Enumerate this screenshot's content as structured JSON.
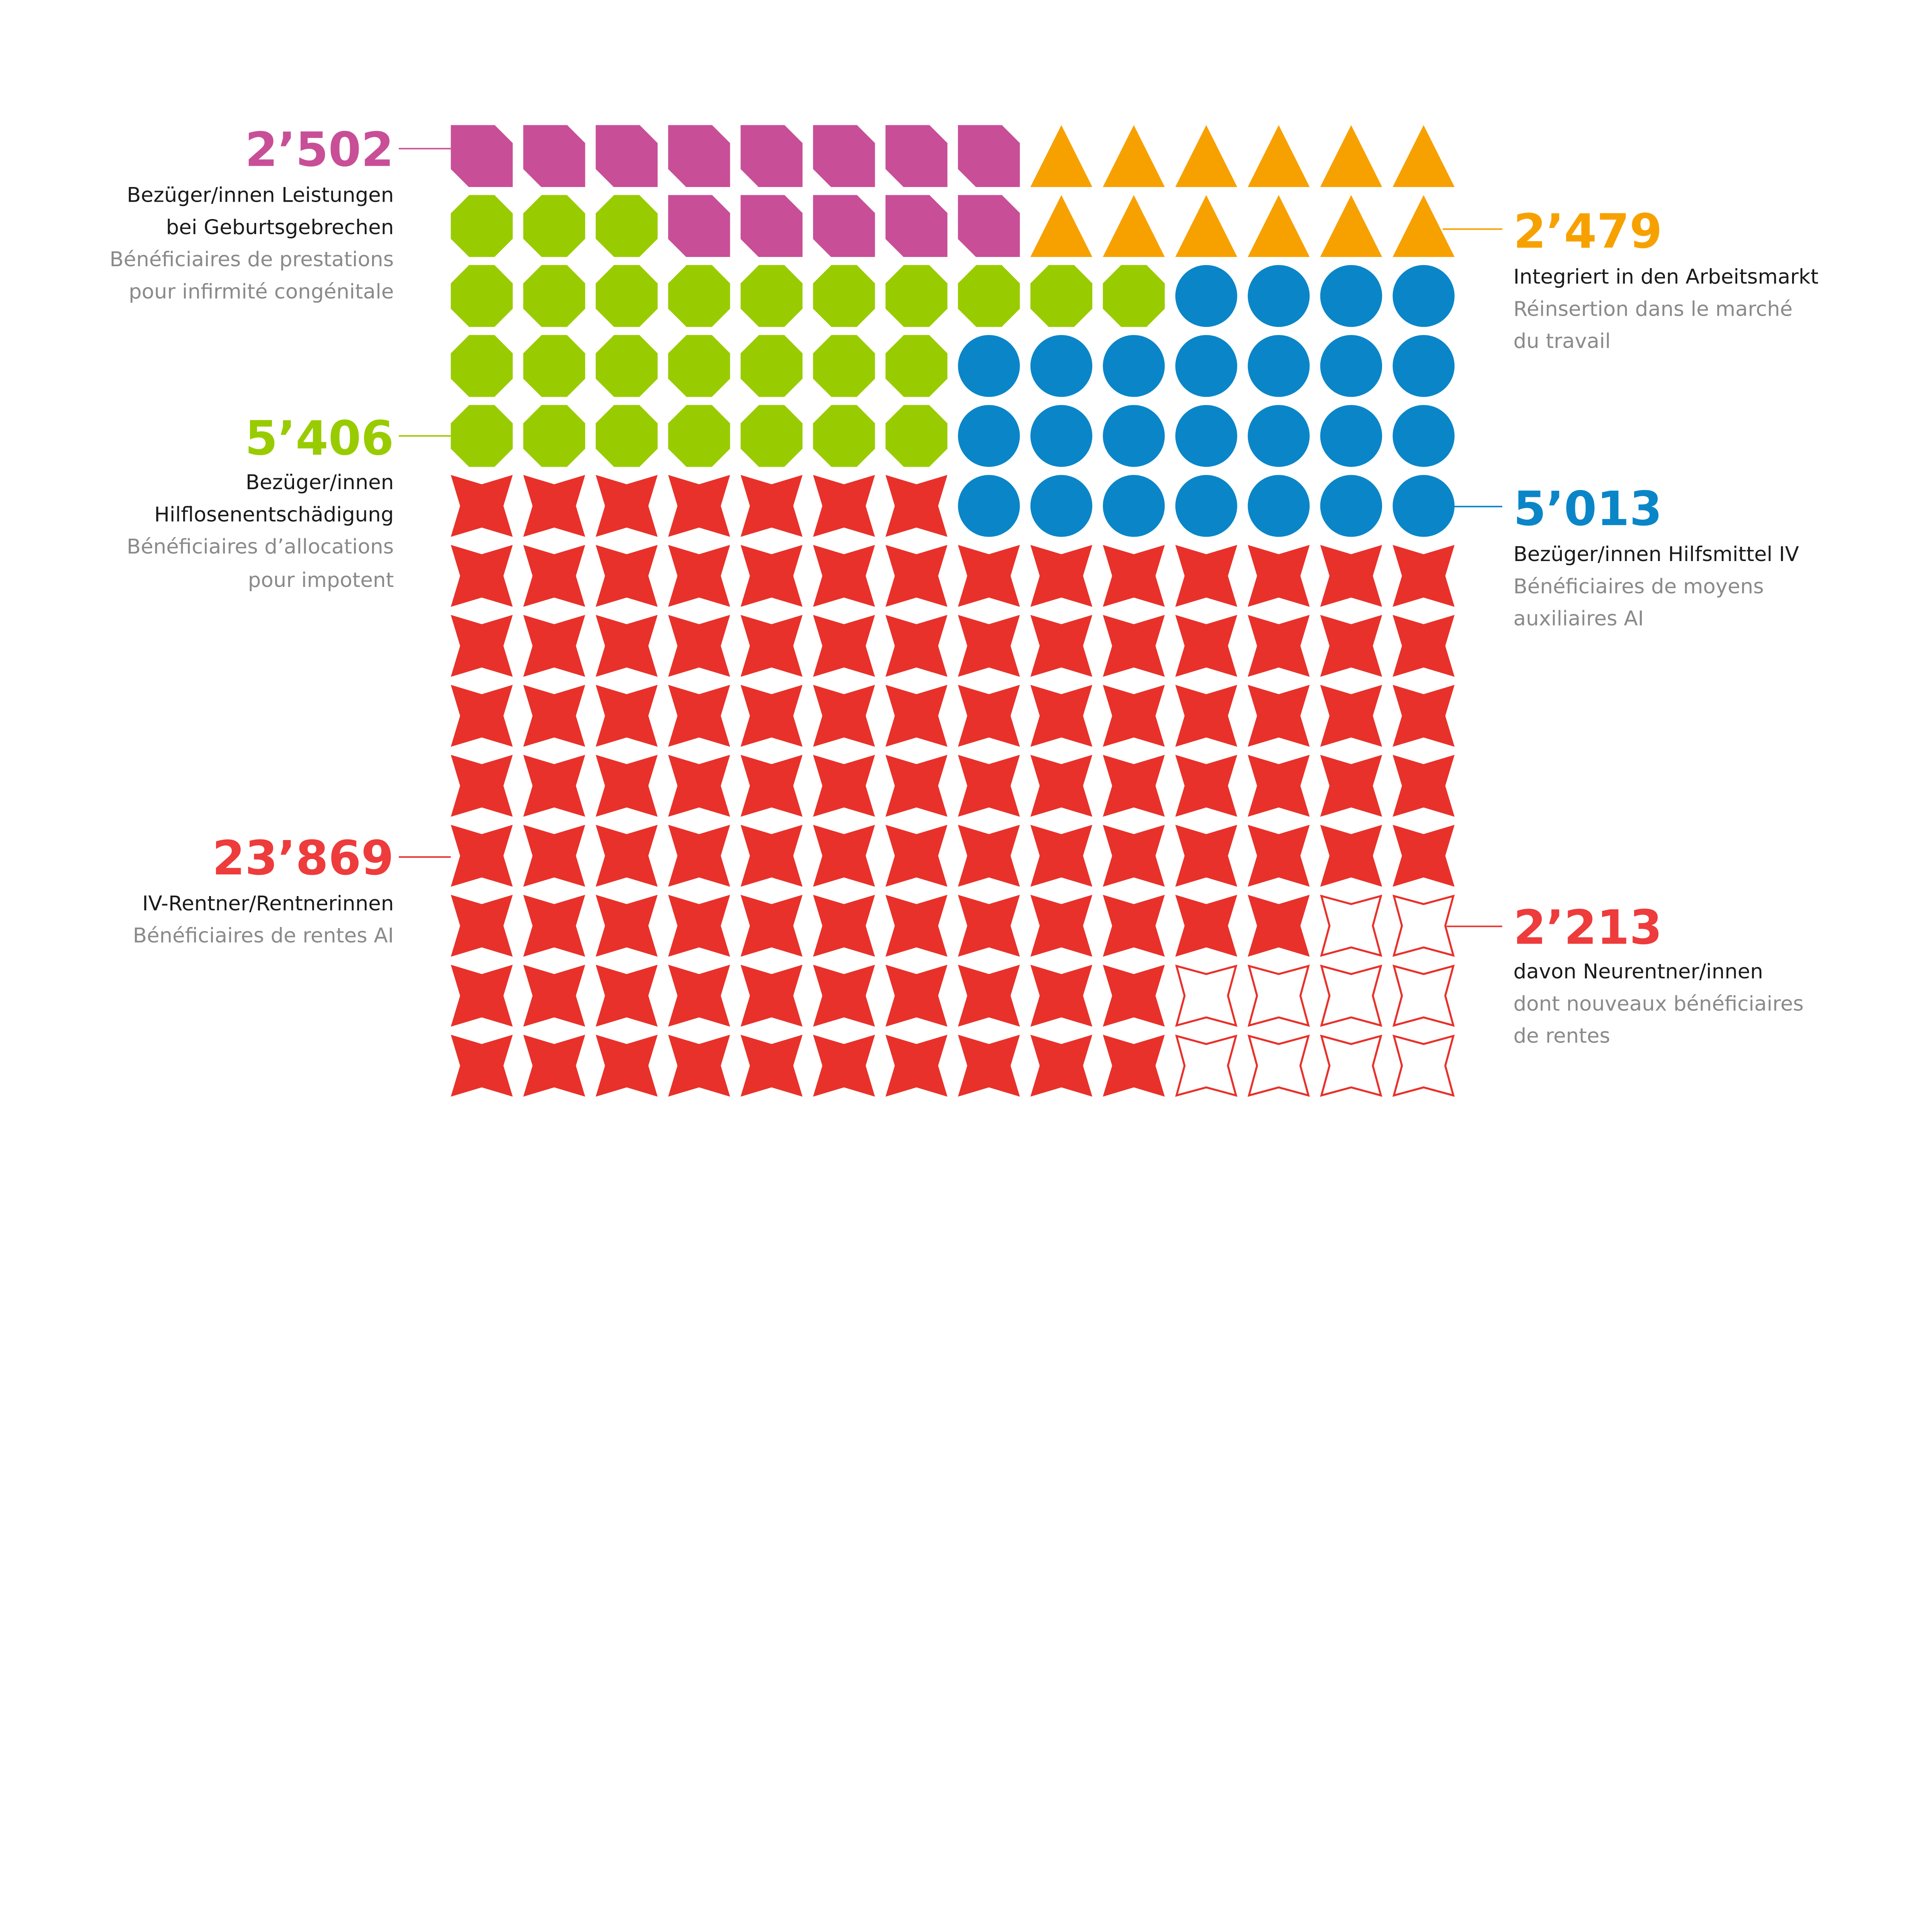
{
  "chart_data": {
    "type": "pictogram",
    "grid_columns": 14,
    "grid_rows": 14,
    "colors": {
      "birth": "#c84f97",
      "integrated": "#f7a100",
      "helpless": "#99cc00",
      "aids": "#0a86c8",
      "pension": "#e8312a",
      "new_pension": "#e8312a"
    },
    "rows": [
      [
        "birth",
        8,
        "integrated",
        6
      ],
      [
        "helpless",
        3,
        "birth",
        5,
        "integrated",
        6
      ],
      [
        "helpless",
        10,
        "aids",
        4
      ],
      [
        "helpless",
        7,
        "aids",
        7
      ],
      [
        "helpless",
        7,
        "aids",
        7
      ],
      [
        "pension",
        7,
        "aids",
        7
      ],
      [
        "pension",
        14
      ],
      [
        "pension",
        14
      ],
      [
        "pension",
        14
      ],
      [
        "pension",
        14
      ],
      [
        "pension",
        14
      ],
      [
        "pension",
        12,
        "new_pension",
        2
      ],
      [
        "pension",
        10,
        "new_pension",
        4
      ],
      [
        "pension",
        10,
        "new_pension",
        4
      ]
    ],
    "series": [
      {
        "key": "birth",
        "value": "2’502",
        "de": [
          "Bezüger/innen Leistungen",
          "bei Geburtsgebrechen"
        ],
        "fr": [
          "Bénéficiaires de prestations",
          "pour infirmité congénitale"
        ],
        "shape": "chamfered-square"
      },
      {
        "key": "helpless",
        "value": "5’406",
        "de": [
          "Bezüger/innen",
          "Hilflosenentschädigung"
        ],
        "fr": [
          "Bénéficiaires d’allocations",
          "pour impotent"
        ],
        "shape": "octagon"
      },
      {
        "key": "pension",
        "value": "23’869",
        "de": [
          "IV-Rentner/Rentnerinnen"
        ],
        "fr": [
          "Bénéficiaires de rentes AI"
        ],
        "shape": "star"
      },
      {
        "key": "integrated",
        "value": "2’479",
        "de": [
          "Integriert in den Arbeitsmarkt"
        ],
        "fr": [
          "Réinsertion dans le marché",
          "du travail"
        ],
        "shape": "triangle"
      },
      {
        "key": "aids",
        "value": "5’013",
        "de": [
          "Bezüger/innen Hilfsmittel IV"
        ],
        "fr": [
          "Bénéficiaires de moyens",
          "auxiliaires AI"
        ],
        "shape": "circle"
      },
      {
        "key": "new_pension",
        "value": "2’213",
        "de": [
          "davon Neurentner/innen"
        ],
        "fr": [
          "dont nouveaux bénéficiaires",
          "de rentes"
        ],
        "shape": "star-outline"
      }
    ]
  }
}
